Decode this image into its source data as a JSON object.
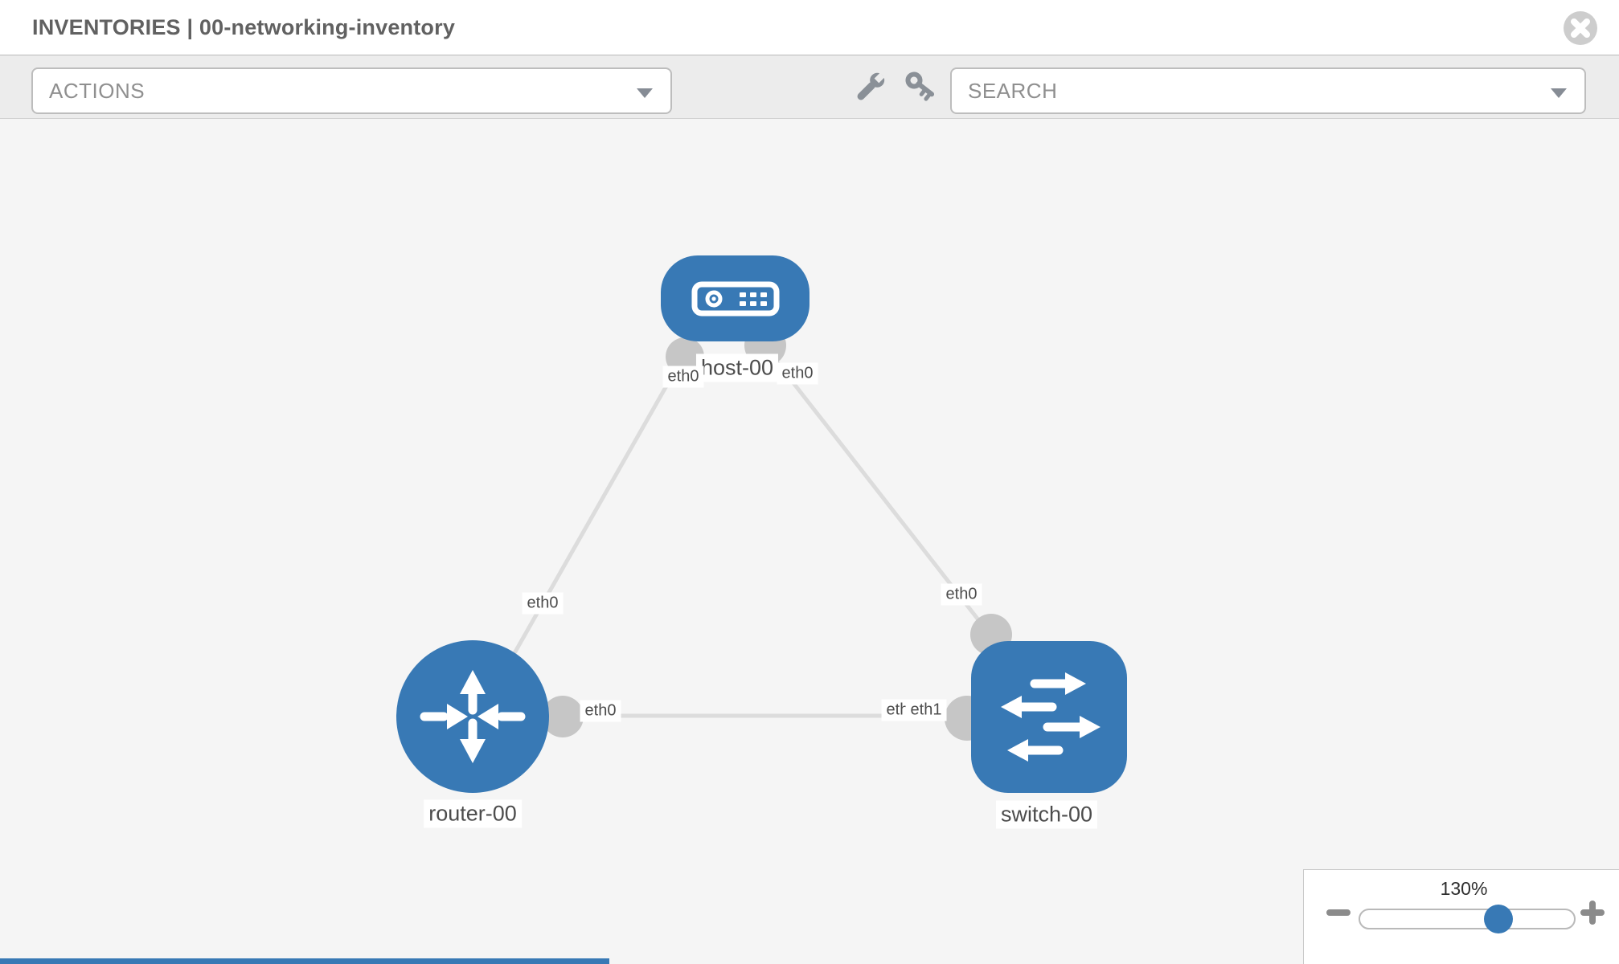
{
  "header": {
    "title": "INVENTORIES | 00-networking-inventory",
    "close_icon": "close-circle"
  },
  "toolbar": {
    "actions_label": "ACTIONS",
    "search_label": "SEARCH",
    "wrench_icon": "wrench",
    "key_icon": "key"
  },
  "topology": {
    "node_labels": {
      "host": "host-00",
      "router": "router-00",
      "switch": "switch-00"
    },
    "nodes": [
      {
        "id": "host-00",
        "type": "host",
        "label": "host-00"
      },
      {
        "id": "router-00",
        "type": "router",
        "label": "router-00"
      },
      {
        "id": "switch-00",
        "type": "switch",
        "label": "switch-00"
      }
    ],
    "links": [
      {
        "from": "host-00",
        "from_interface": "eth0",
        "to": "router-00",
        "to_interface": "eth0"
      },
      {
        "from": "host-00",
        "from_interface": "eth0",
        "to": "switch-00",
        "to_interface": "eth0"
      },
      {
        "from": "router-00",
        "from_interface": "eth0",
        "to": "switch-00",
        "to_interface": "eth1"
      }
    ],
    "if_labels": {
      "host_left": "eth0",
      "host_right": "eth0",
      "diag_left": "eth0",
      "diag_right": "eth0",
      "router_right": "eth0",
      "switch_left_back": "eth0",
      "switch_left_front": "eth1"
    }
  },
  "zoom_control": {
    "level": "130%",
    "minus_icon": "minus",
    "plus_icon": "plus"
  },
  "colors": {
    "node_blue": "#3879b5",
    "link_gray": "#dcdcdc",
    "connector_gray": "#c6c6c6",
    "toolbar_bg": "#ececec",
    "canvas_bg": "#f5f5f5",
    "icon_gray": "#8a9097"
  }
}
